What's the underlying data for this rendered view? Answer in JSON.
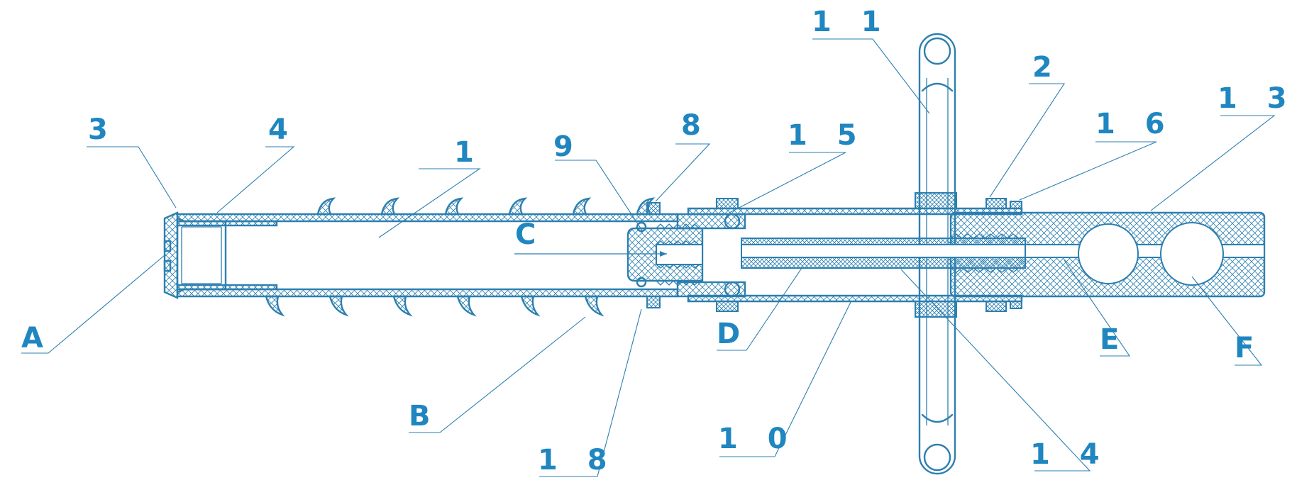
{
  "colors": {
    "line": "#2c7fb0",
    "label": "#1f86c0",
    "background": "#ffffff"
  },
  "labels": {
    "n1": "1",
    "n2": "2",
    "n3": "3",
    "n4": "4",
    "n8": "8",
    "n9": "9",
    "n10": "1 0",
    "n11": "1 1",
    "n13": "1 3",
    "n14": "1 4",
    "n15": "1 5",
    "n16": "1 6",
    "n18": "1 8",
    "A": "A",
    "B": "B",
    "C": "C",
    "D": "D",
    "E": "E",
    "F": "F"
  }
}
